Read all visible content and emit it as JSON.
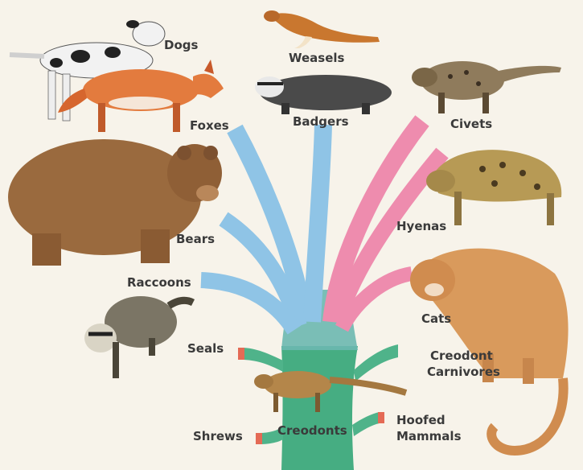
{
  "diagram": {
    "labels": {
      "dogs": "Dogs",
      "weasels": "Weasels",
      "foxes": "Foxes",
      "badgers": "Badgers",
      "civets": "Civets",
      "bears": "Bears",
      "hyenas": "Hyenas",
      "raccoons": "Raccoons",
      "cats": "Cats",
      "seals": "Seals",
      "creodont_carnivores_line1": "Creodont",
      "creodont_carnivores_line2": "Carnivores",
      "shrews": "Shrews",
      "creodonts": "Creodonts",
      "hoofed_mammals_line1": "Hoofed",
      "hoofed_mammals_line2": "Mammals"
    },
    "colors": {
      "background": "#f7f3ea",
      "dog_branch": "#8fc4e6",
      "cat_branch": "#ee8cae",
      "trunk": "#4fb38a",
      "branch_tip": "#e46a55",
      "label_text": "#3a3a3a"
    }
  }
}
